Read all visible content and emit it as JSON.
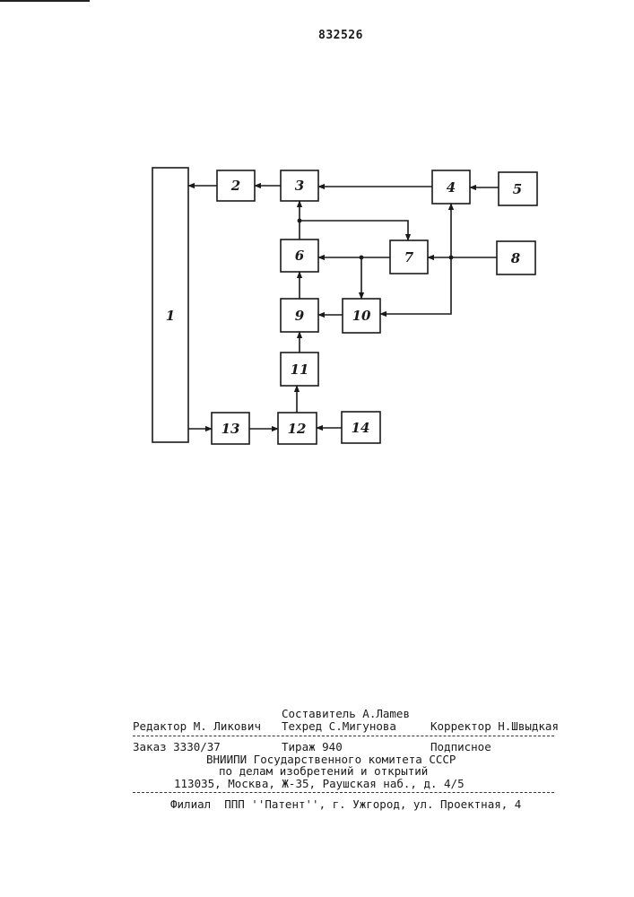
{
  "patent_number": "832526",
  "diagram": {
    "blocks": [
      {
        "id": "b1",
        "label": "1"
      },
      {
        "id": "b2",
        "label": "2"
      },
      {
        "id": "b3",
        "label": "3"
      },
      {
        "id": "b4",
        "label": "4"
      },
      {
        "id": "b5",
        "label": "5"
      },
      {
        "id": "b6",
        "label": "6"
      },
      {
        "id": "b7",
        "label": "7"
      },
      {
        "id": "b8",
        "label": "8"
      },
      {
        "id": "b9",
        "label": "9"
      },
      {
        "id": "b10",
        "label": "10"
      },
      {
        "id": "b11",
        "label": "11"
      },
      {
        "id": "b12",
        "label": "12"
      },
      {
        "id": "b13",
        "label": "13"
      },
      {
        "id": "b14",
        "label": "14"
      }
    ]
  },
  "colophon": {
    "compiler": "Составитель А.Лаmев",
    "editor": "Редактор М. Ликович",
    "techred": "Техред С.Мигунова",
    "corrector": "Корректор Н.Швыдкая",
    "order": "Заказ 3330/37",
    "circulation": "Тираж 940",
    "subscription": "Подписное",
    "org_line1": "ВНИИПИ Государственного комитета СССР",
    "org_line2": "по делам изобретений и открытий",
    "org_address": "113035, Москва, Ж-35, Раушская наб., д. 4/5",
    "branch": "Филиал  ППП ''Патент'', г. Ужгород, ул. Проектная, 4"
  }
}
